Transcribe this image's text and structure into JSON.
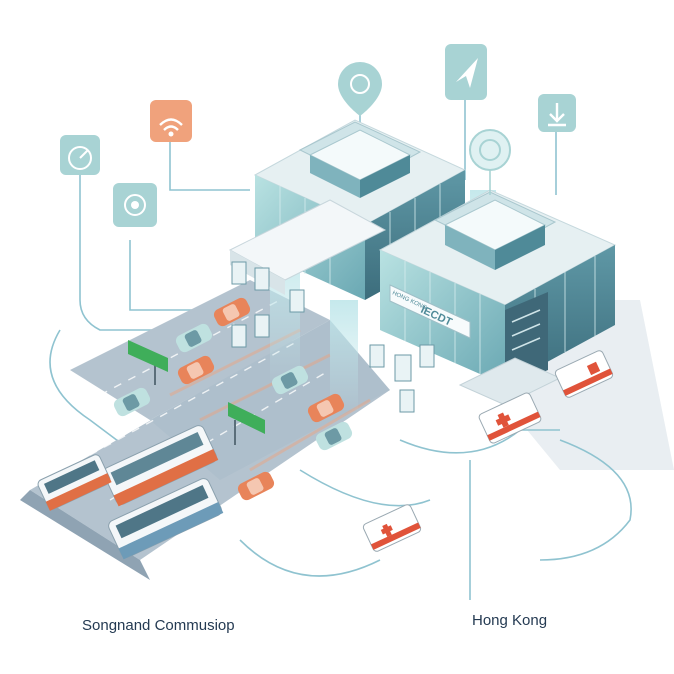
{
  "captions": {
    "left": "Songnand Commusiop",
    "right": "Hong Kong"
  },
  "signs": {
    "building_a": "IECDT",
    "building_a_secondary": "HONG KONG"
  },
  "colors": {
    "road": "#a9b9c6",
    "road_dark": "#8fa3b3",
    "glass": "#9ed3d3",
    "glass_dark": "#4f8a98",
    "building_wall": "#e6f0f2",
    "accent_orange": "#e8845a",
    "icon_teal": "#a8d3d4",
    "icon_orange": "#f0a27c",
    "sign_green": "#3fae5a",
    "line": "#8fc3d0"
  },
  "icons": [
    "gauge-icon",
    "wifi-icon",
    "settings-panel-icon",
    "location-pin-icon",
    "navigation-arrow-icon",
    "download-icon",
    "signal-pin-icon"
  ]
}
